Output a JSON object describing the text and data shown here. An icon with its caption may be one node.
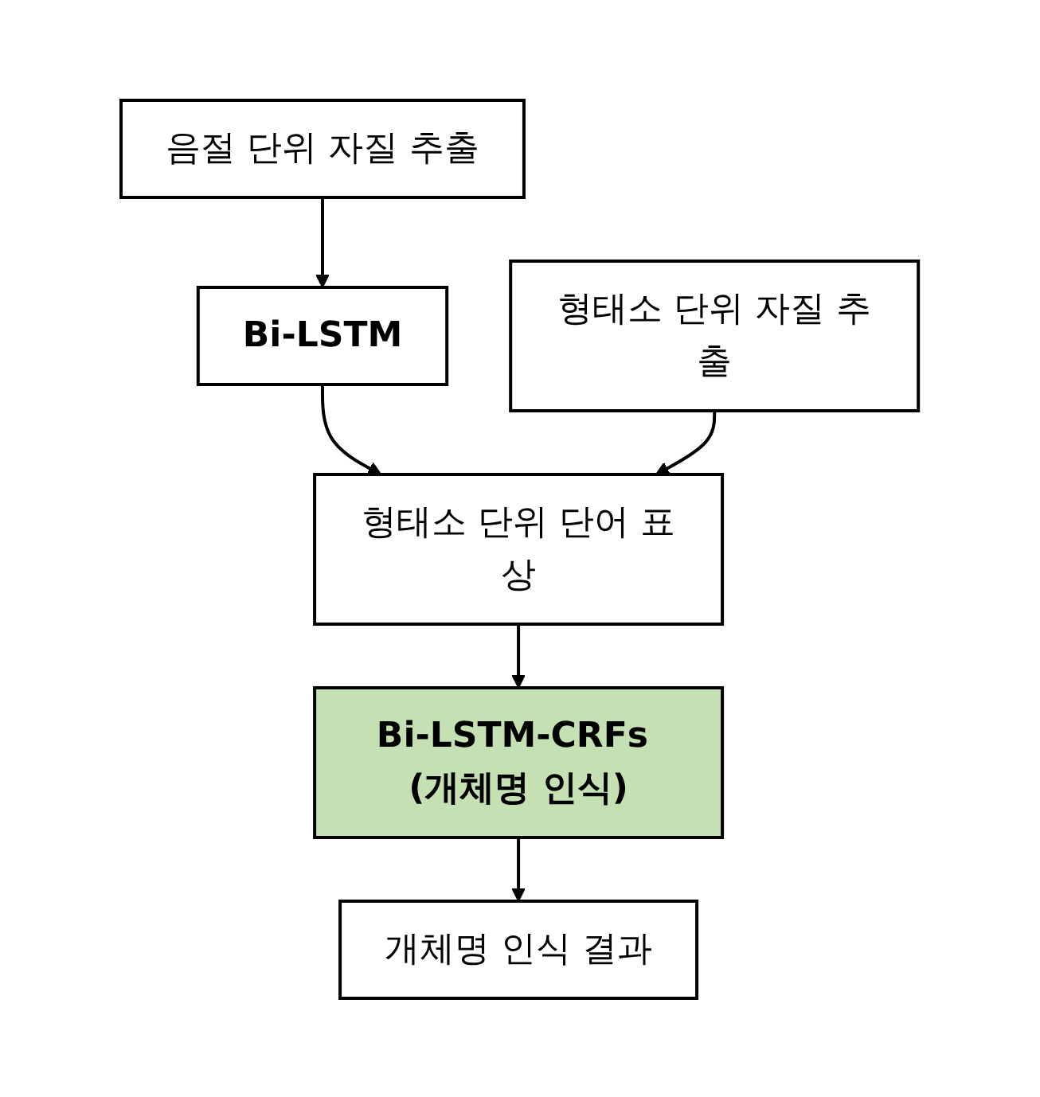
{
  "diagram": {
    "nodes": [
      {
        "text": [
          "음절 단위 자질 추출"
        ]
      },
      {
        "text": [
          "Bi-LSTM"
        ]
      },
      {
        "text": [
          "형태소 단위 자질 추출"
        ]
      },
      {
        "text": [
          "형태소 단위 단어 표상"
        ]
      },
      {
        "text": [
          "Bi-LSTM-CRFs (개체명 인식)"
        ]
      },
      {
        "text": [
          "개체명 인식 결과"
        ]
      }
    ],
    "edges": [
      {
        "from": 0,
        "to": 1,
        "arrow": "to"
      },
      {
        "from": 1,
        "to": 3,
        "arrow": "to"
      },
      {
        "from": 2,
        "to": 3,
        "arrow": "to"
      },
      {
        "from": 3,
        "to": 4,
        "arrow": "to"
      },
      {
        "from": 4,
        "to": 5,
        "arrow": "to"
      }
    ]
  }
}
